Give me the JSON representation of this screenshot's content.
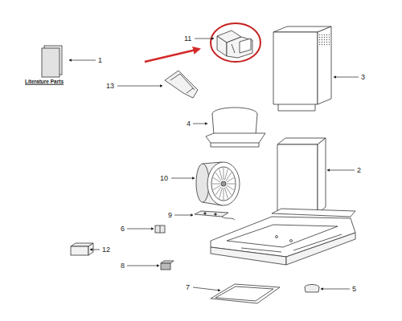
{
  "diagram": {
    "labels": [
      "Literature Parts",
      "1",
      "11",
      "3",
      "13",
      "4",
      "2",
      "10",
      "9",
      "6",
      "12",
      "8",
      "7",
      "5"
    ]
  }
}
